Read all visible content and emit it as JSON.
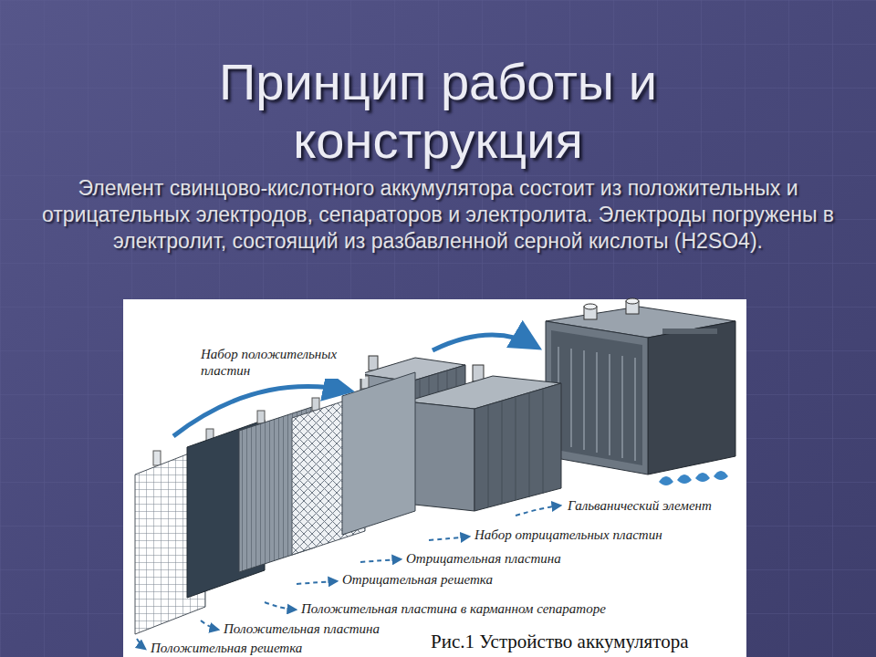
{
  "diagram": {
    "title": "Принцип работы и конструкция",
    "caption": "Рис.1 Устройство аккумулятора",
    "labels": [
      "Элемент свинцово-кислотного аккумулятора состоит из положительных и отрицательных электродов, сепараторов и электролита. Электроды погружены в электролит, состоящий из разбавленной серной кислоты (H2SO4).",
      "Набор положительных пластин",
      "Гальванический элемент",
      "Набор отрицательных пластин",
      "Отрицательная пластина",
      "Отрицательная решетка",
      "Положительная пластина в карманном сепараторе",
      "Положительная пластина",
      "Положительная решетка"
    ]
  }
}
